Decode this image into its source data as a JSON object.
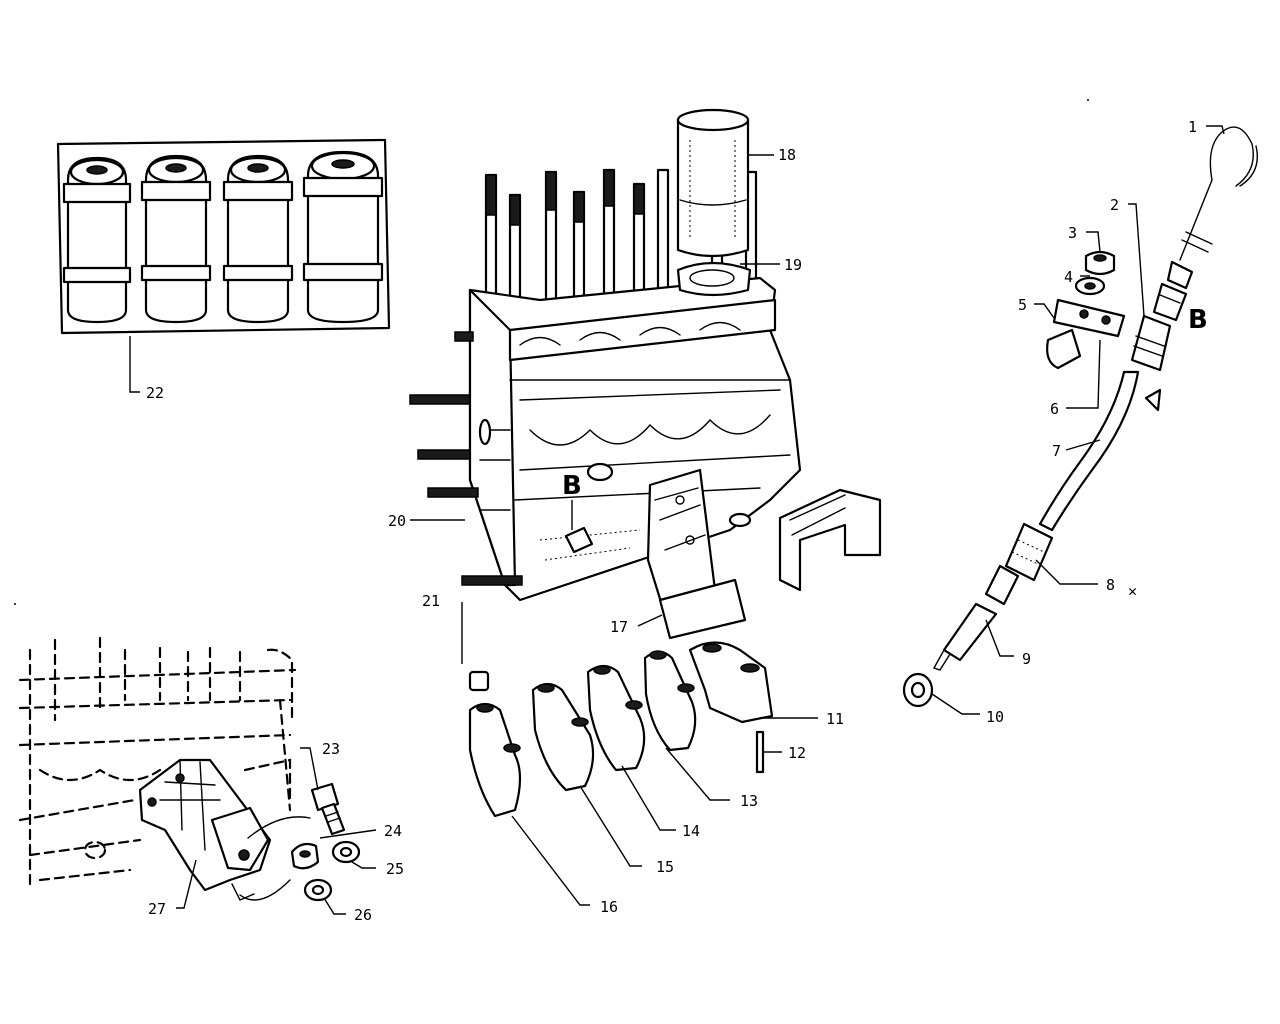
{
  "diagram": {
    "callouts": {
      "c1": "1",
      "c2": "2",
      "c3": "3",
      "c4": "4",
      "c5": "5",
      "c6": "6",
      "c7": "7",
      "c8": "8",
      "c9": "9",
      "c10": "10",
      "c11": "11",
      "c12": "12",
      "c13": "13",
      "c14": "14",
      "c15": "15",
      "c16": "16",
      "c17": "17",
      "c18": "18",
      "c19": "19",
      "c20": "20",
      "c21": "21",
      "c22": "22",
      "c23": "23",
      "c24": "24",
      "c25": "25",
      "c26": "26",
      "c27": "27"
    },
    "detail_markers": {
      "dipstick": "B",
      "block": "B"
    },
    "symbols": {
      "item8": "✕"
    }
  }
}
